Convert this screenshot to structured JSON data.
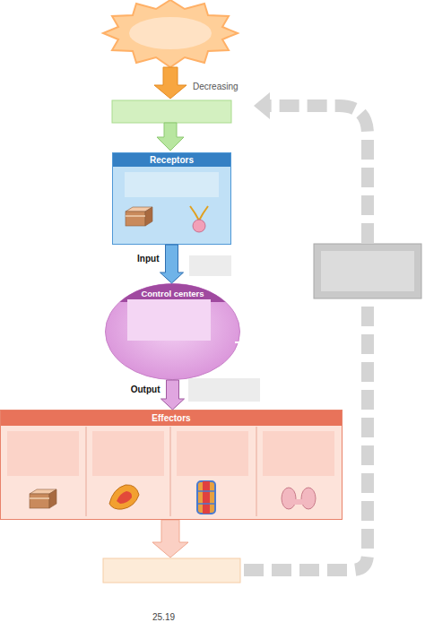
{
  "diagram": {
    "nodes": [
      {
        "text": [
          "Receptors"
        ]
      },
      {
        "text": [
          "Control centers"
        ]
      },
      {
        "text": [
          "Effectors"
        ]
      }
    ],
    "edges": [
      {
        "from": 0,
        "to": 1,
        "arrow": "to",
        "label": "Input"
      },
      {
        "from": 1,
        "to": 2,
        "arrow": "to",
        "label": "Output"
      }
    ],
    "labels": [
      "Decreasing",
      "25.19"
    ]
  }
}
